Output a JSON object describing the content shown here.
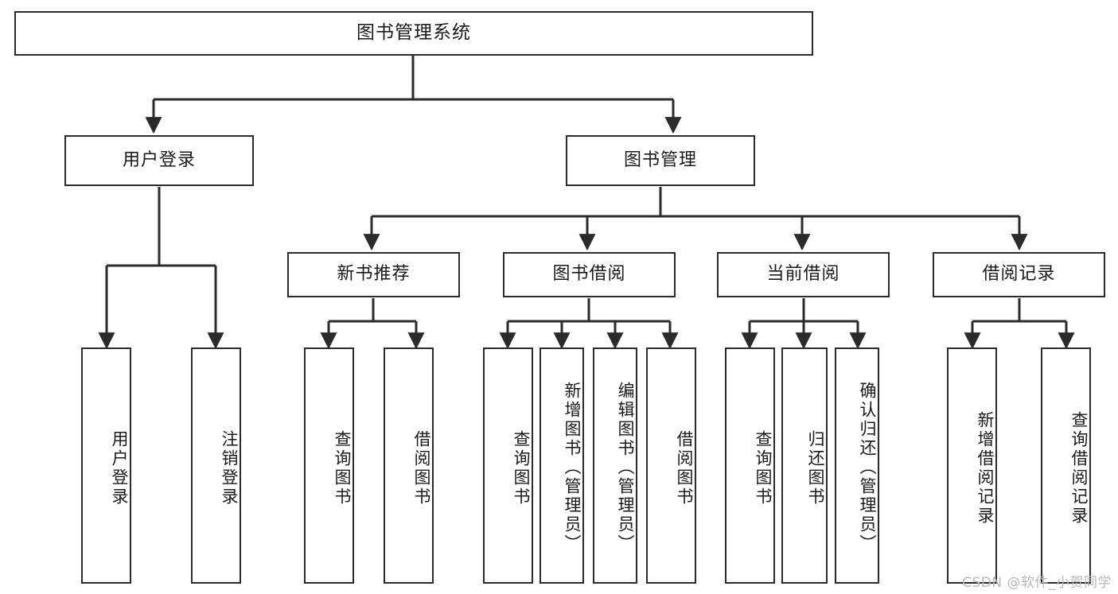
{
  "diagram": {
    "title": "图书管理系统",
    "type": "tree-hierarchy",
    "watermark": "CSDN @软件_小贺同学",
    "line_color": "#2b2b2b",
    "box_fill": "#ffffff",
    "text_color": "#1a1a1a",
    "watermark_color": "#b8b8b8"
  },
  "nodes": {
    "root": {
      "label": "图书管理系统"
    },
    "level2": [
      {
        "id": "user-login",
        "label": "用户登录"
      },
      {
        "id": "book-manage",
        "label": "图书管理"
      }
    ],
    "level3": [
      {
        "id": "new-book-recommend",
        "label": "新书推荐"
      },
      {
        "id": "book-borrow",
        "label": "图书借阅"
      },
      {
        "id": "current-borrow",
        "label": "当前借阅"
      },
      {
        "id": "borrow-record",
        "label": "借阅记录"
      }
    ],
    "leaves": [
      {
        "id": "leaf-user-login",
        "label": "用户登录",
        "parent": "user-login"
      },
      {
        "id": "leaf-logout",
        "label": "注销登录",
        "parent": "user-login"
      },
      {
        "id": "leaf-query-book-1",
        "label": "查询图书",
        "parent": "new-book-recommend"
      },
      {
        "id": "leaf-borrow-book-1",
        "label": "借阅图书",
        "parent": "new-book-recommend"
      },
      {
        "id": "leaf-query-book-2",
        "label": "查询图书",
        "parent": "book-borrow"
      },
      {
        "id": "leaf-add-book",
        "label": "新增图书（管理员）",
        "parent": "book-borrow"
      },
      {
        "id": "leaf-edit-book",
        "label": "编辑图书（管理员）",
        "parent": "book-borrow"
      },
      {
        "id": "leaf-borrow-book-2",
        "label": "借阅图书",
        "parent": "book-borrow"
      },
      {
        "id": "leaf-query-book-3",
        "label": "查询图书",
        "parent": "current-borrow"
      },
      {
        "id": "leaf-return-book",
        "label": "归还图书",
        "parent": "current-borrow"
      },
      {
        "id": "leaf-confirm-return",
        "label": "确认归还（管理员）",
        "parent": "current-borrow"
      },
      {
        "id": "leaf-add-record",
        "label": "新增借阅记录",
        "parent": "borrow-record"
      },
      {
        "id": "leaf-query-record",
        "label": "查询借阅记录",
        "parent": "borrow-record"
      }
    ]
  }
}
